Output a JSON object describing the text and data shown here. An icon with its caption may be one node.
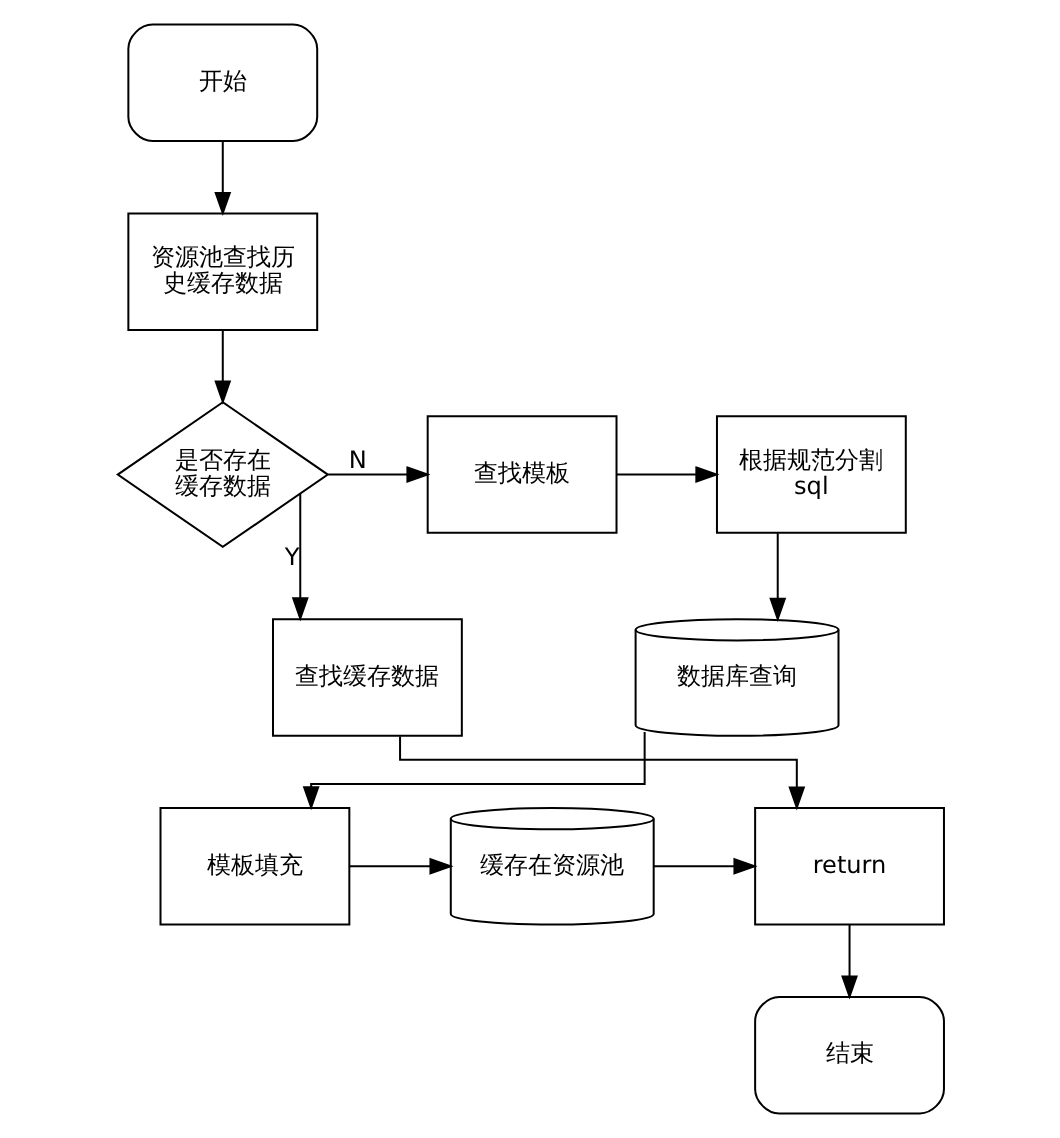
{
  "diagram": {
    "nodes": [
      {
        "text": [
          "开始"
        ]
      },
      {
        "text": [
          "资源池查找历史缓存数据"
        ]
      },
      {
        "text": [
          "是否存在缓存数据"
        ]
      },
      {
        "text": [
          "查找模板"
        ]
      },
      {
        "text": [
          "根据规范分割sql"
        ]
      },
      {
        "text": [
          "数据库查询"
        ]
      },
      {
        "text": [
          "查找缓存数据"
        ]
      },
      {
        "text": [
          "模板填充"
        ]
      },
      {
        "text": [
          "缓存在资源池"
        ]
      },
      {
        "text": [
          "return"
        ]
      },
      {
        "text": [
          "结束"
        ]
      }
    ],
    "edges": [
      {
        "from": 0,
        "to": 1,
        "arrow": "to"
      },
      {
        "from": 1,
        "to": 2,
        "arrow": "to"
      },
      {
        "from": 2,
        "to": 3,
        "arrow": "to",
        "label": "N"
      },
      {
        "from": 3,
        "to": 4,
        "arrow": "to"
      },
      {
        "from": 4,
        "to": 5,
        "arrow": "to"
      },
      {
        "from": 5,
        "to": 7,
        "arrow": "to"
      },
      {
        "from": 7,
        "to": 8,
        "arrow": "to"
      },
      {
        "from": 8,
        "to": 9,
        "arrow": "to"
      },
      {
        "from": 2,
        "to": 6,
        "arrow": "to",
        "label": "Y"
      },
      {
        "from": 6,
        "to": 9,
        "arrow": "to"
      },
      {
        "from": 9,
        "to": 10,
        "arrow": "to"
      }
    ]
  }
}
